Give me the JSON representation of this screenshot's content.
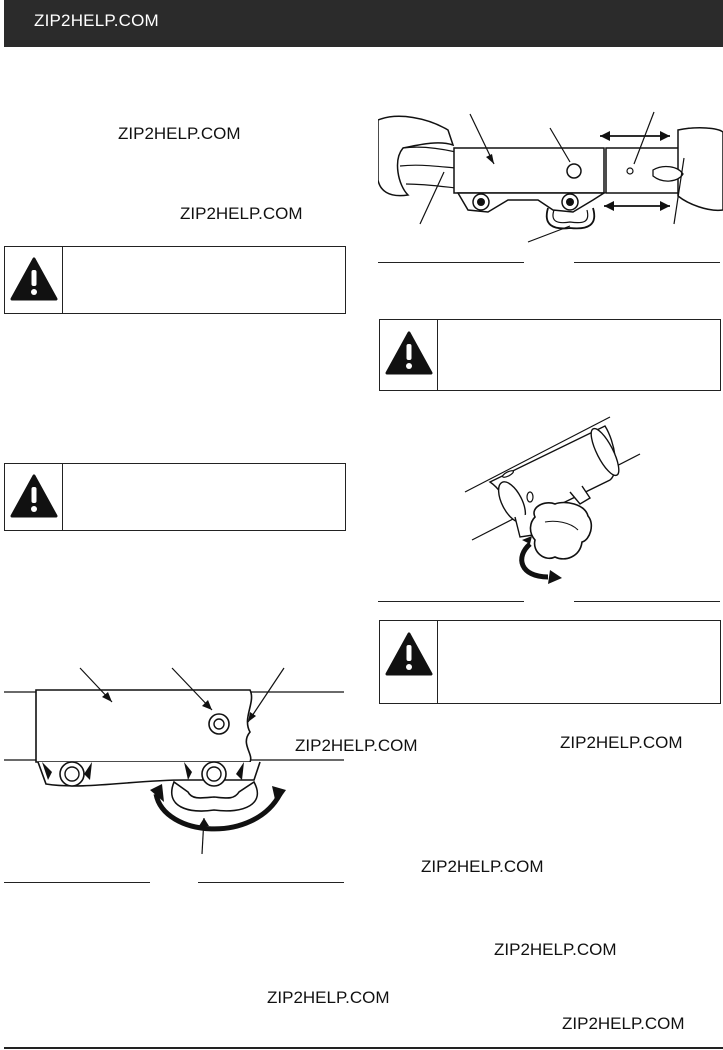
{
  "header": {
    "site_text": "ZIP2HELP.COM"
  },
  "watermarks": [
    "ZIP2HELP.COM",
    "ZIP2HELP.COM",
    "ZIP2HELP.COM",
    "ZIP2HELP.COM",
    "ZIP2HELP.COM",
    "ZIP2HELP.COM",
    "ZIP2HELP.COM",
    "ZIP2HELP.COM"
  ],
  "warning_boxes": [
    {
      "icon": "warning-triangle-icon"
    },
    {
      "icon": "warning-triangle-icon"
    },
    {
      "icon": "warning-triangle-icon"
    },
    {
      "icon": "warning-triangle-icon"
    }
  ],
  "figures": [
    {
      "name": "shaft-coupler-illustration",
      "icon": "coupler-knob-diagram"
    },
    {
      "name": "coupler-knob-rotation-illustration",
      "icon": "rotate-arrow-diagram"
    },
    {
      "name": "coupler-alignment-illustration",
      "icon": "shaft-alignment-diagram"
    }
  ]
}
